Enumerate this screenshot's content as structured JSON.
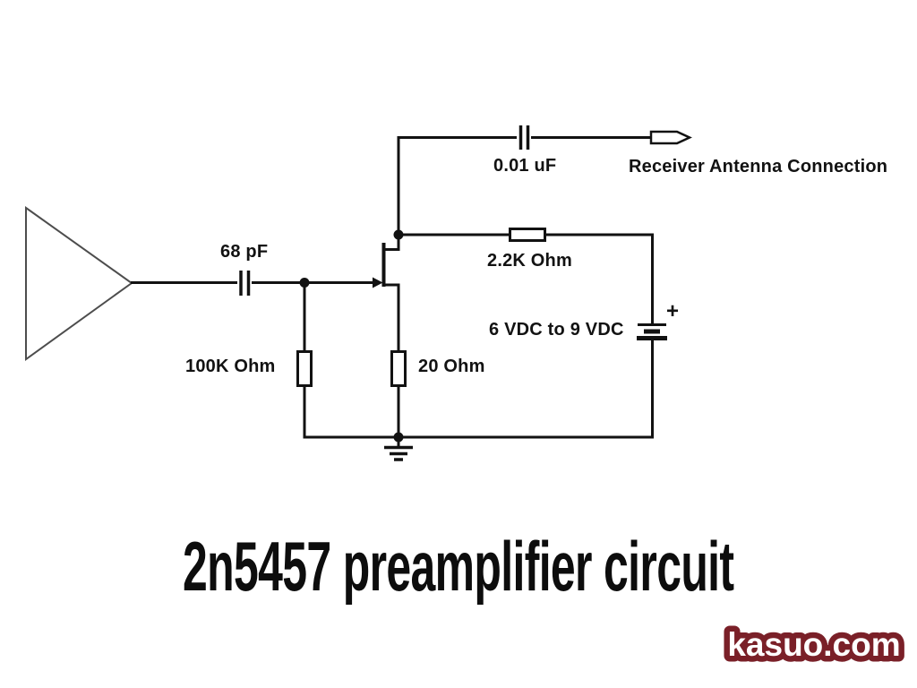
{
  "diagram": {
    "title": "2n5457 preamplifier circuit",
    "watermark": "kasuo.com",
    "components": {
      "input_capacitor_label": "68 pF",
      "output_capacitor_label": "0.01 uF",
      "output_connector_label": "Receiver Antenna Connection",
      "drain_resistor_label": "2.2K Ohm",
      "gate_resistor_label": "100K Ohm",
      "source_resistor_label": "20 Ohm",
      "battery_label": "6 VDC to 9 VDC",
      "battery_polarity": "+"
    },
    "colors": {
      "wire": "#121212",
      "antenna_outline": "#4d4d4d",
      "label_text": "#121212",
      "watermark_outline": "#7a2028",
      "watermark_fill": "#ffffff",
      "background": "#ffffff"
    }
  }
}
